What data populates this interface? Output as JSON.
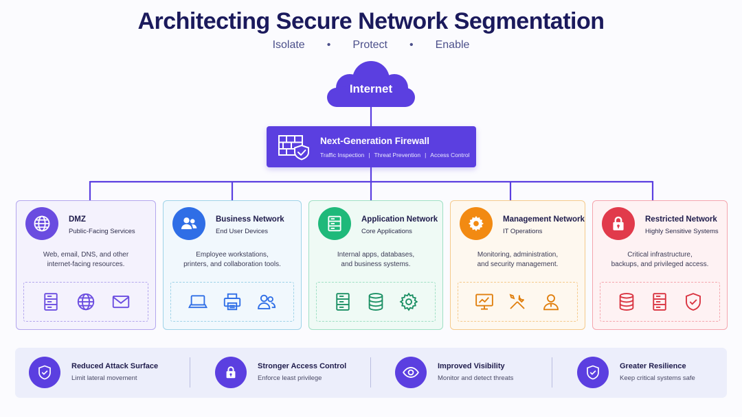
{
  "header": {
    "title": "Architecting Secure Network Segmentation",
    "tagline": [
      "Isolate",
      "Protect",
      "Enable"
    ],
    "separator": "•"
  },
  "internet": {
    "label": "Internet"
  },
  "firewall": {
    "title": "Next-Generation Firewall",
    "tags": [
      "Traffic Inspection",
      "Threat Prevention",
      "Access Control"
    ],
    "tag_separator": "|",
    "icon": "firewall-shield-icon"
  },
  "colors": {
    "primary": "#5b3fe0",
    "dmz": "#6a4ce0",
    "business": "#2f6ee6",
    "application": "#1fb97a",
    "management": "#f28a12",
    "restricted": "#e13a4b"
  },
  "zones": [
    {
      "title": "DMZ",
      "subtitle": "Public-Facing Services",
      "description": [
        "Web, email, DNS, and other",
        "internet-facing resources."
      ],
      "icon": "globe-icon",
      "items": [
        "server-icon",
        "globe-icon",
        "mail-icon"
      ]
    },
    {
      "title": "Business Network",
      "subtitle": "End User Devices",
      "description": [
        "Employee workstations,",
        "printers, and collaboration tools."
      ],
      "icon": "users-icon",
      "items": [
        "laptop-icon",
        "printer-icon",
        "users-icon"
      ]
    },
    {
      "title": "Application Network",
      "subtitle": "Core Applications",
      "description": [
        "Internal apps, databases,",
        "and business systems."
      ],
      "icon": "server-icon",
      "items": [
        "server-icon",
        "database-icon",
        "gear-icon"
      ]
    },
    {
      "title": "Management Network",
      "subtitle": "IT Operations",
      "description": [
        "Monitoring, administration,",
        "and security management."
      ],
      "icon": "gear-icon",
      "items": [
        "monitor-chart-icon",
        "tools-icon",
        "admin-user-icon"
      ]
    },
    {
      "title": "Restricted Network",
      "subtitle": "Highly Sensitive Systems",
      "description": [
        "Critical infrastructure,",
        "backups, and privileged access."
      ],
      "icon": "lock-icon",
      "items": [
        "database-icon",
        "server-icon",
        "shield-check-icon"
      ]
    }
  ],
  "benefits": [
    {
      "title": "Reduced Attack Surface",
      "subtitle": "Limit lateral movement",
      "icon": "shield-check-icon"
    },
    {
      "title": "Stronger Access Control",
      "subtitle": "Enforce least privilege",
      "icon": "lock-icon"
    },
    {
      "title": "Improved Visibility",
      "subtitle": "Monitor and detect threats",
      "icon": "eye-icon"
    },
    {
      "title": "Greater Resilience",
      "subtitle": "Keep critical systems safe",
      "icon": "shield-check-icon"
    }
  ]
}
